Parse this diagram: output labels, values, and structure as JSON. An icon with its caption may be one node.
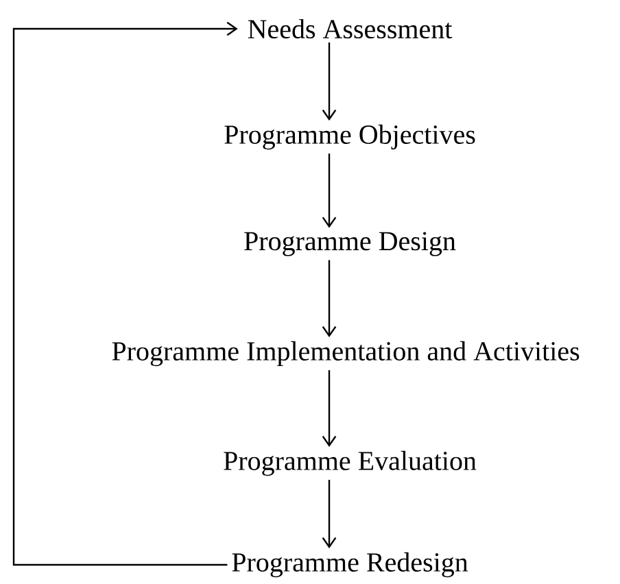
{
  "diagram": {
    "nodes": [
      {
        "text": [
          "Needs Assessment"
        ]
      },
      {
        "text": [
          "Programme Objectives"
        ]
      },
      {
        "text": [
          "Programme Design"
        ]
      },
      {
        "text": [
          "Programme Implementation and Activities"
        ]
      },
      {
        "text": [
          "Programme Evaluation"
        ]
      },
      {
        "text": [
          "Programme Redesign"
        ]
      }
    ],
    "edges": [
      {
        "from": 0,
        "to": 1,
        "arrow": "to"
      },
      {
        "from": 1,
        "to": 2,
        "arrow": "to"
      },
      {
        "from": 2,
        "to": 3,
        "arrow": "to"
      },
      {
        "from": 3,
        "to": 4,
        "arrow": "to"
      },
      {
        "from": 4,
        "to": 5,
        "arrow": "to"
      },
      {
        "from": 5,
        "to": 0,
        "arrow": "to"
      }
    ]
  }
}
